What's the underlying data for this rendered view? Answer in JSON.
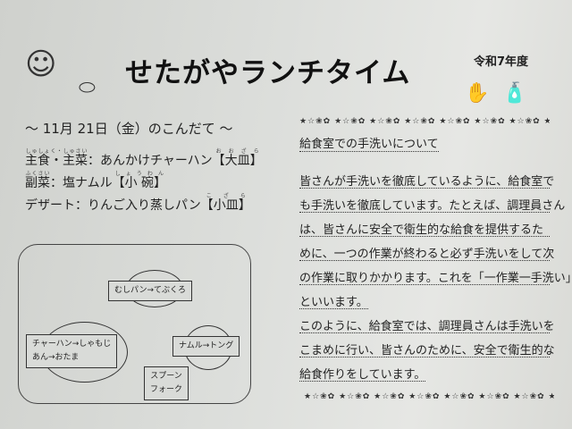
{
  "header": {
    "title": "せたがやランチタイム",
    "year": "令和7年度"
  },
  "icons": [
    "chef-icon",
    "mask-icon",
    "hand-wash-icon",
    "soap-icon"
  ],
  "menu": {
    "date_line": "～ 11月 21日（金）のこんだて ～",
    "items": [
      {
        "label": "主食・主菜",
        "ruby": "しゅしょく・しゅさい",
        "value": "あんかけチャーハン",
        "dish": "【大皿】",
        "dish_ruby": "おおざら"
      },
      {
        "label": "副菜",
        "ruby": "ふくさい",
        "value": "塩ナムル",
        "dish": "【小 碗】",
        "dish_ruby": "しょうわん"
      },
      {
        "label": "デザート",
        "ruby": "",
        "value": "りんご入り蒸しパン",
        "dish": "【小皿】",
        "dish_ruby": "こざら"
      }
    ],
    "separator": "："
  },
  "diagram": {
    "bread": "むしパン→てぶくろ",
    "rice_1": "チャーハン→しゃもじ",
    "rice_2": "あん→おたま",
    "namul": "ナムル→トング",
    "cutlery_1": "スプーン",
    "cutlery_2": "フォーク"
  },
  "article": {
    "decoration": "★☆❀✿ ★☆❀✿ ★☆❀✿ ★☆❀✿ ★☆❀✿ ★☆❀✿ ★☆❀✿ ★☆❀✿",
    "heading": "給食室での手洗いについて",
    "lines": [
      "皆さんが手洗いを徹底しているように、給食室で",
      "も手洗いを徹底しています。たとえば、調理員さん",
      "は、皆さんに安全で衛生的な給食を提供するた",
      "めに、一つの作業が終わると必ず手洗いをして次",
      "の作業に取りかかります。これを「一作業一手洗い」",
      "といいます。",
      "このように、給食室では、調理員さんは手洗いを",
      "こまめに行い、皆さんのために、安全で衛生的な",
      "給食作りをしています。"
    ]
  }
}
